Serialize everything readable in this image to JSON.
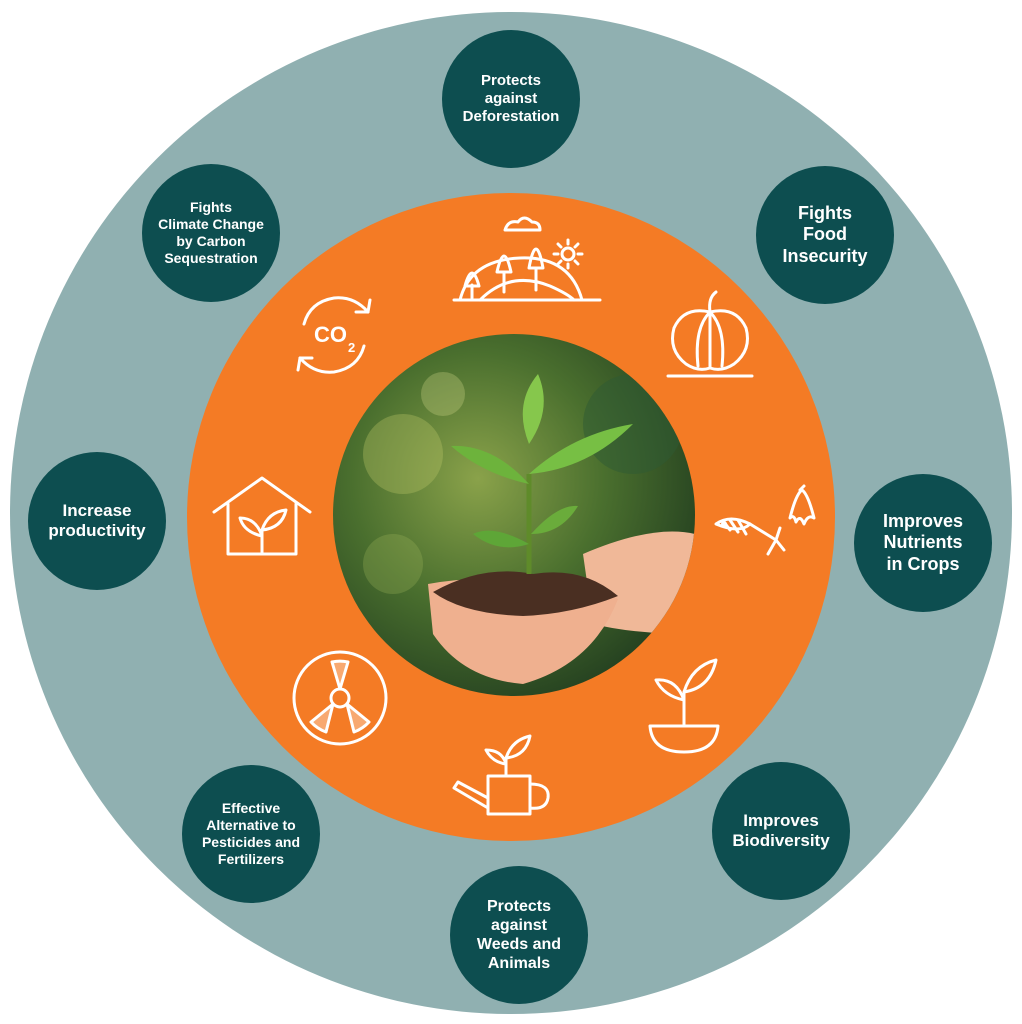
{
  "benefits": [
    {
      "id": "deforestation",
      "label": "Protects\nagainst\nDeforestation"
    },
    {
      "id": "food",
      "label": "Fights\nFood\nInsecurity"
    },
    {
      "id": "nutrients",
      "label": "Improves\nNutrients\nin Crops"
    },
    {
      "id": "biodiversity",
      "label": "Improves\nBiodiversity"
    },
    {
      "id": "weeds",
      "label": "Protects\nagainst\nWeeds and\nAnimals"
    },
    {
      "id": "pesticides",
      "label": "Effective\nAlternative to\nPesticides and\nFertilizers"
    },
    {
      "id": "productivity",
      "label": "Increase\nproductivity"
    },
    {
      "id": "climate",
      "label": "Fights\nClimate Change\nby Carbon\nSequestration"
    }
  ],
  "icons": [
    {
      "name": "landscape-icon"
    },
    {
      "name": "pumpkin-icon"
    },
    {
      "name": "organic-waste-icon"
    },
    {
      "name": "potted-plant-icon"
    },
    {
      "name": "watering-can-icon"
    },
    {
      "name": "radiation-icon"
    },
    {
      "name": "greenhouse-icon"
    },
    {
      "name": "co2-cycle-icon"
    }
  ],
  "co2_label": "CO",
  "co2_sub": "2",
  "colors": {
    "outer_ring": "#90b0b1",
    "orange_ring": "#f47b25",
    "badge": "#0d4e50",
    "text": "#ffffff"
  },
  "center_image": "hands-holding-seedling-in-soil"
}
